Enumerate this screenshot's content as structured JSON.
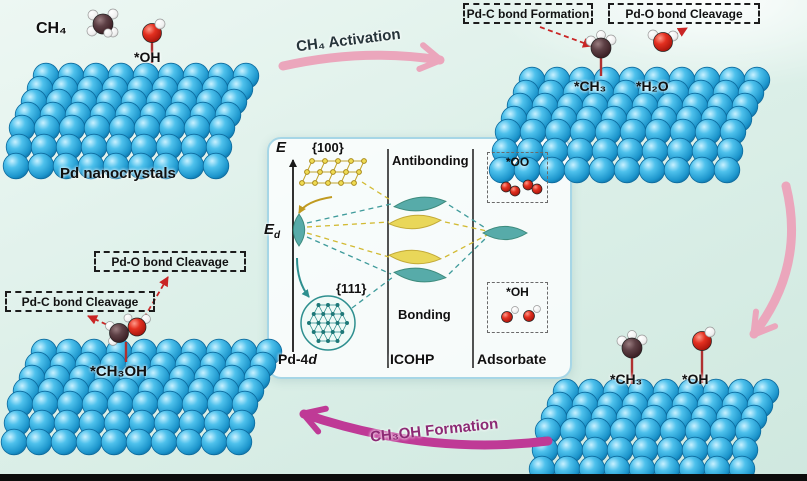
{
  "labels": {
    "ch4_molecule": "CH₄",
    "oh_top_left": "*OH",
    "pd_nanocrystals": "Pd nanocrystals",
    "top_arrow": "CH₄ Activation",
    "bottom_arrow": "CH₃OH Formation",
    "tr_ch3": "*CH₃",
    "tr_h2o": "*H₂O",
    "br_ch3": "*CH₃",
    "br_oh": "*OH",
    "bl_ch3oh": "*CH₃OH"
  },
  "annotations": {
    "pdc_formation": "Pd-C bond Formation",
    "pdo_cleavage_top": "Pd-O bond Cleavage",
    "pdo_cleavage_bottom": "Pd-O bond Cleavage",
    "pdc_cleavage": "Pd-C bond Cleavage"
  },
  "panel": {
    "energy_axis": "E",
    "ed_main": "E",
    "ed_sub": "d",
    "facet_100": "{100}",
    "facet_111": "{111}",
    "pd_band_main": "Pd-4",
    "pd_band_sub": "d",
    "antibonding": "Antibonding",
    "bonding": "Bonding",
    "icohp": "ICOHP",
    "adsorbate": "Adsorbate",
    "oo_box": "*OO",
    "oh_box": "*OH"
  },
  "colors": {
    "sphere_blue": "#2fa8dd",
    "arrow_pink": "#eba6bc",
    "arrow_magenta": "#bf3a96",
    "annotation_red": "#c92525",
    "lens_teal": "#4aa5a3",
    "lens_yellow": "#e8d44c"
  }
}
